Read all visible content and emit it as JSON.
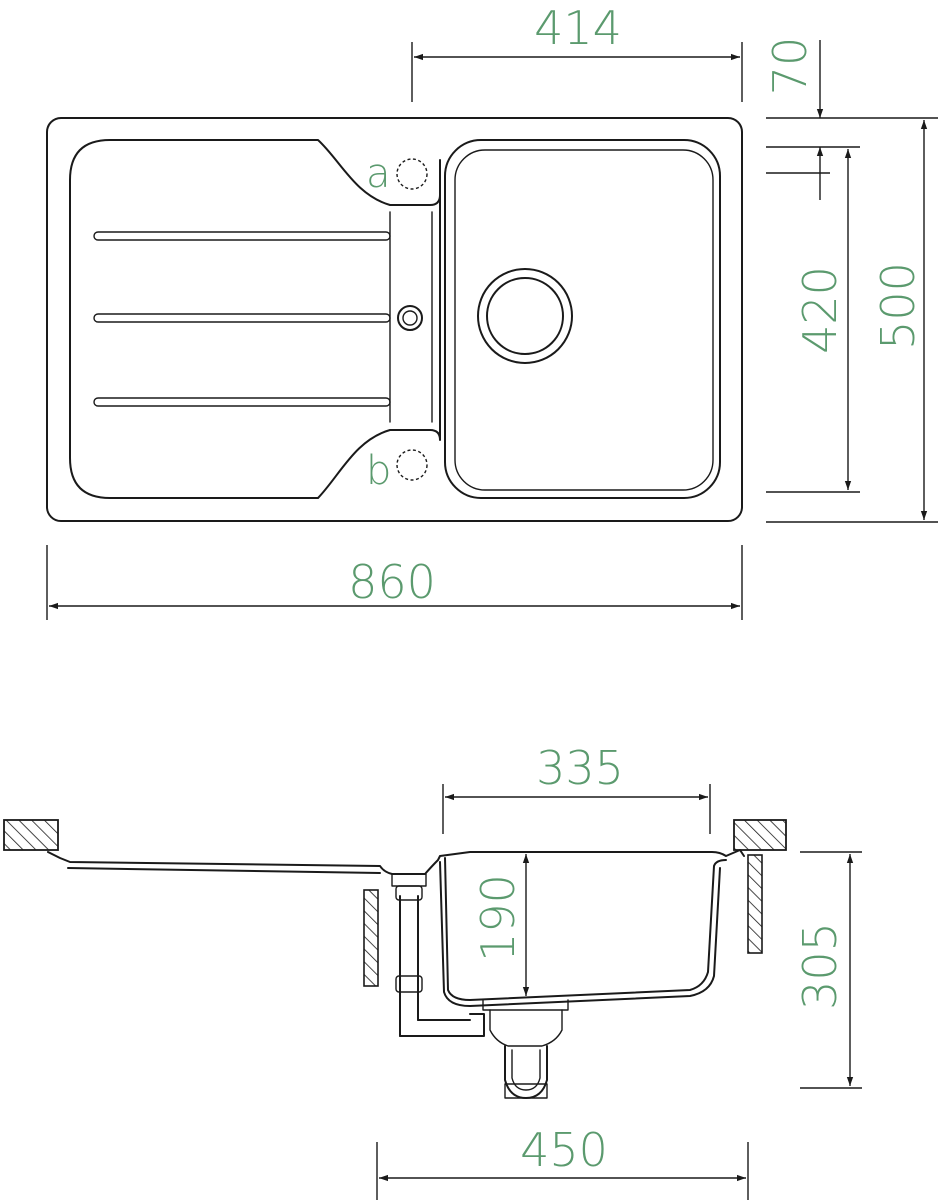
{
  "colors": {
    "line": "#1a1a1a",
    "dimension_text": "#5b9a6e",
    "background": "#ffffff"
  },
  "top_view": {
    "dimensions": {
      "bowl_width": "414",
      "rim_offset": "70",
      "bowl_length": "420",
      "overall_depth": "500",
      "overall_width": "860"
    },
    "tap_hole_labels": {
      "a": "a",
      "b": "b"
    }
  },
  "section_view": {
    "dimensions": {
      "bowl_inner_width": "335",
      "bowl_depth": "190",
      "total_height": "305",
      "cabinet_width": "450"
    }
  }
}
